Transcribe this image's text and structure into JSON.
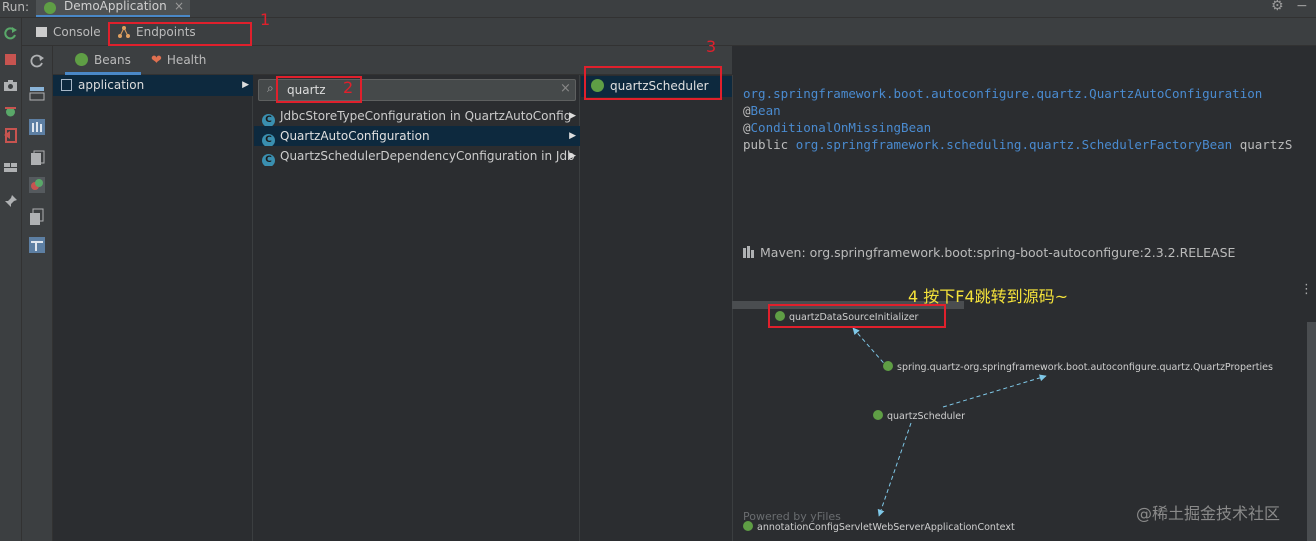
{
  "run_bar": {
    "label": "Run:",
    "tab_label": "DemoApplication",
    "close_glyph": "×"
  },
  "sub_tabs": {
    "console": "Console",
    "endpoints": "Endpoints"
  },
  "bean_tabs": {
    "beans": "Beans",
    "health": "Health"
  },
  "column1": {
    "item": "application"
  },
  "search": {
    "value": "quartz"
  },
  "column2": {
    "rows": [
      {
        "label": "JdbcStoreTypeConfiguration in QuartzAutoConfig",
        "icon": "C"
      },
      {
        "label": "QuartzAutoConfiguration",
        "icon": "C"
      },
      {
        "label": "QuartzSchedulerDependencyConfiguration in Jdb",
        "icon": "C"
      }
    ]
  },
  "column3": {
    "item": "quartzScheduler"
  },
  "detail": {
    "line1": "org.springframework.boot.autoconfigure.quartz.QuartzAutoConfiguration",
    "line2_at": "@",
    "line2_name": "Bean",
    "line3_at": "@",
    "line3_name": "ConditionalOnMissingBean",
    "line4_kw": "public",
    "line4_type": "org.springframework.scheduling.quartz.SchedulerFactoryBean",
    "line4_rest": "quartzS",
    "maven": "Maven: org.springframework.boot:spring-boot-autoconfigure:2.3.2.RELEASE"
  },
  "graph": {
    "nodes": {
      "data_source_initializer": "quartzDataSourceInitializer",
      "properties": "spring.quartz-org.springframework.boot.autoconfigure.quartz.QuartzProperties",
      "scheduler": "quartzScheduler",
      "context": "annotationConfigServletWebServerApplicationContext"
    },
    "powered_by": "Powered by yFiles"
  },
  "annotations": {
    "n1": "1",
    "n2": "2",
    "n3": "3",
    "n4": "4 按下F4跳转到源码~"
  },
  "watermark": "@稀土掘金技术社区",
  "colors": {
    "accent": "#4a88c7",
    "selection": "#0d293e",
    "spring_green": "#5f9e45",
    "annotation_red": "#e0202c",
    "annotation_yellow": "#f4e23a"
  },
  "icons": [
    "run-icon",
    "stop-icon",
    "camera-icon",
    "debug-icon",
    "exit-icon",
    "layout-icon",
    "pin-icon",
    "gear-icon",
    "minimize-icon",
    "refresh-icon",
    "search-icon",
    "clear-icon",
    "more-icon"
  ]
}
